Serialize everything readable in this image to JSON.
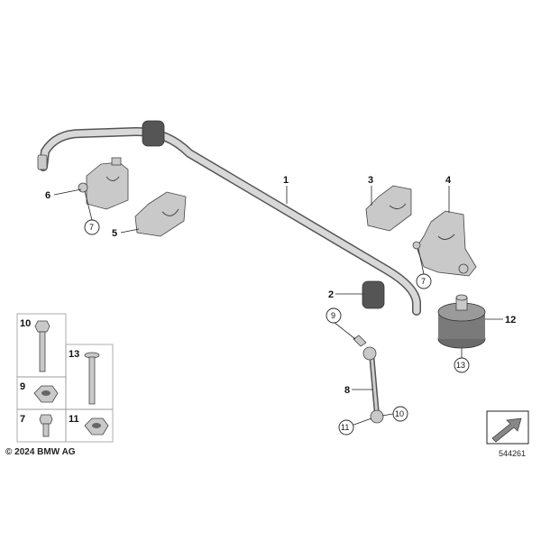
{
  "diagram": {
    "copyright": "© 2024 BMW AG",
    "drawing_number": "544261",
    "callouts": {
      "c1": "1",
      "c2": "2",
      "c3": "3",
      "c4": "4",
      "c5": "5",
      "c6": "6",
      "c7a": "7",
      "c7b": "7",
      "c8": "8",
      "c9": "9",
      "c10": "10",
      "c11": "11",
      "c12": "12",
      "c13": "13"
    },
    "legend": {
      "l10": "10",
      "l13": "13",
      "l9": "9",
      "l7": "7",
      "l11": "11"
    }
  }
}
